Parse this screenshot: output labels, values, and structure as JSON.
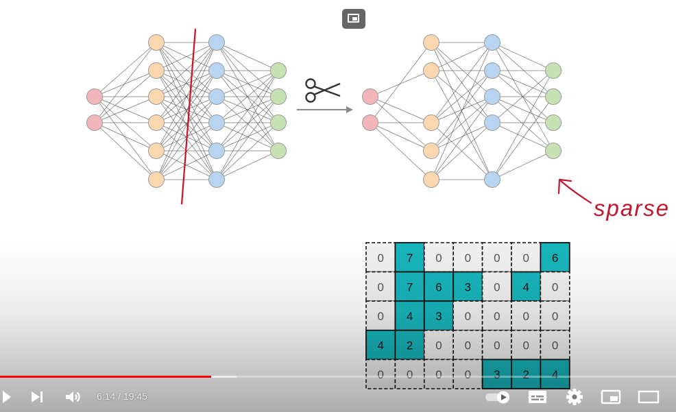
{
  "player": {
    "current_time": "6:14",
    "separator": " / ",
    "duration": "19:45",
    "progress_fraction": 0.312,
    "buffered_fraction": 0.35,
    "played_color": "#ff0000",
    "icons": {
      "play": "play-icon",
      "next": "next-icon",
      "volume": "volume-icon",
      "autoplay": "autoplay-toggle-icon",
      "subtitles": "subtitles-icon",
      "settings": "settings-gear-icon",
      "miniplayer": "miniplayer-icon",
      "theater": "theater-mode-icon"
    }
  },
  "slide": {
    "annotation": "sparse",
    "annotation_color": "#c0172c",
    "cut_line_color": "#cc1122",
    "network_colors": {
      "input": "#f2b5b9",
      "hidden1": "#fbd7b0",
      "hidden2": "#b7d5f0",
      "output": "#c6e2b3"
    },
    "matrix": {
      "rows": [
        [
          0,
          7,
          0,
          0,
          0,
          0,
          6
        ],
        [
          0,
          7,
          6,
          3,
          0,
          4,
          0
        ],
        [
          0,
          4,
          3,
          0,
          0,
          0,
          0
        ],
        [
          4,
          2,
          0,
          0,
          0,
          0,
          0
        ],
        [
          0,
          0,
          0,
          0,
          3,
          2,
          4
        ]
      ],
      "nonzero_color": "#17b5bb",
      "zero_color": "#f0f0f0"
    }
  }
}
